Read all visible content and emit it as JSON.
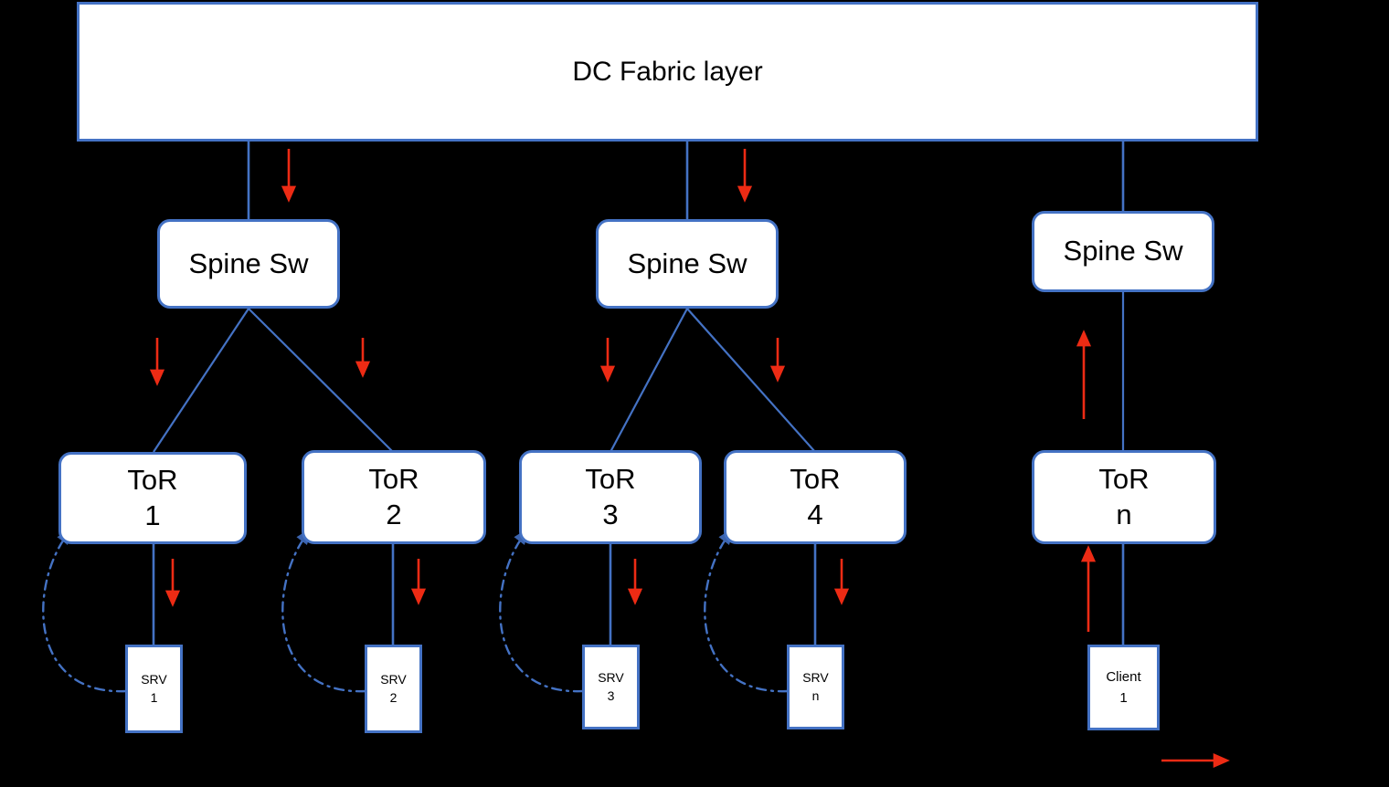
{
  "diagram": {
    "title": "DC Fabric layer",
    "background_color": "#000000",
    "node_fill": "#FFFFFF",
    "node_border_color": "#4472C4",
    "link_color": "#4472C4",
    "arrow_color": "#ED2B14",
    "dashed_link_color": "#4472C4"
  },
  "fabric": {
    "label": "DC Fabric layer"
  },
  "spines": [
    {
      "label": "Spine Sw",
      "id": "spine-1"
    },
    {
      "label": "Spine Sw",
      "id": "spine-2"
    },
    {
      "label": "Spine Sw",
      "id": "spine-3"
    }
  ],
  "tors": [
    {
      "line1": "ToR",
      "line2": "1",
      "id": "tor-1"
    },
    {
      "line1": "ToR",
      "line2": "2",
      "id": "tor-2"
    },
    {
      "line1": "ToR",
      "line2": "3",
      "id": "tor-3"
    },
    {
      "line1": "ToR",
      "line2": "4",
      "id": "tor-4"
    },
    {
      "line1": "ToR",
      "line2": "n",
      "id": "tor-n"
    }
  ],
  "servers": [
    {
      "line1": "SRV",
      "line2": "1",
      "id": "srv-1"
    },
    {
      "line1": "SRV",
      "line2": "2",
      "id": "srv-2"
    },
    {
      "line1": "SRV",
      "line2": "3",
      "id": "srv-3"
    },
    {
      "line1": "SRV",
      "line2": "n",
      "id": "srv-n"
    }
  ],
  "client": {
    "line1": "Client",
    "line2": "1",
    "id": "client-1"
  }
}
